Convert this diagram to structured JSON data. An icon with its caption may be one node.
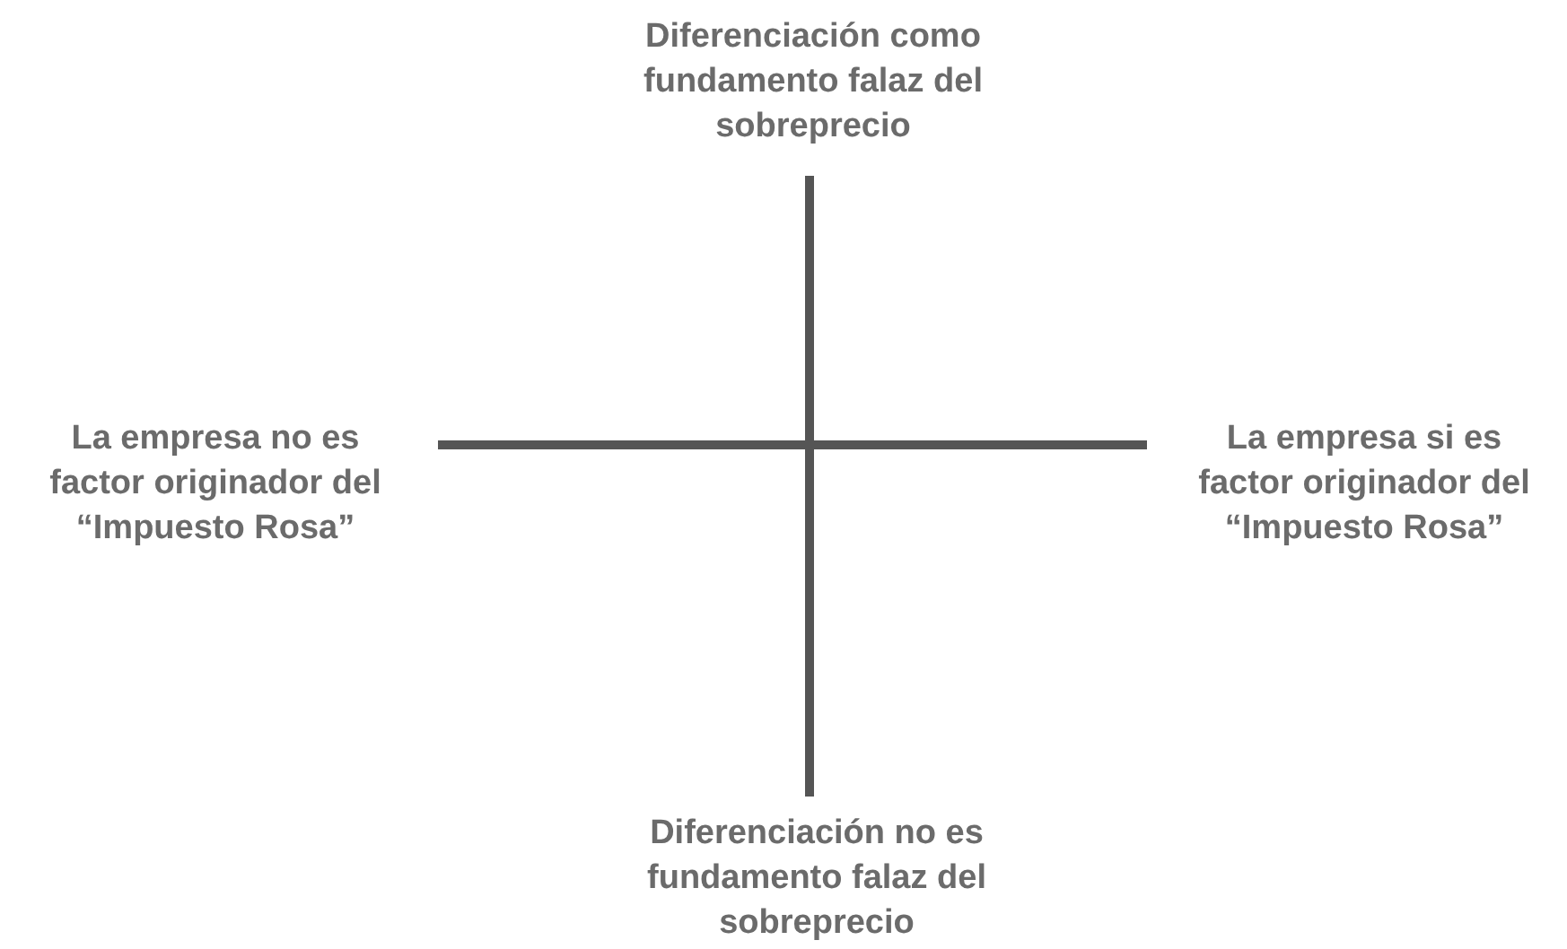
{
  "diagram": {
    "labels": [
      "Diferenciación como fundamento falaz del sobreprecio",
      "La empresa no es factor originador del “Impuesto Rosa”",
      "La empresa si es factor originador del “Impuesto Rosa”",
      "Diferenciación no es fundamento falaz del sobreprecio"
    ]
  }
}
